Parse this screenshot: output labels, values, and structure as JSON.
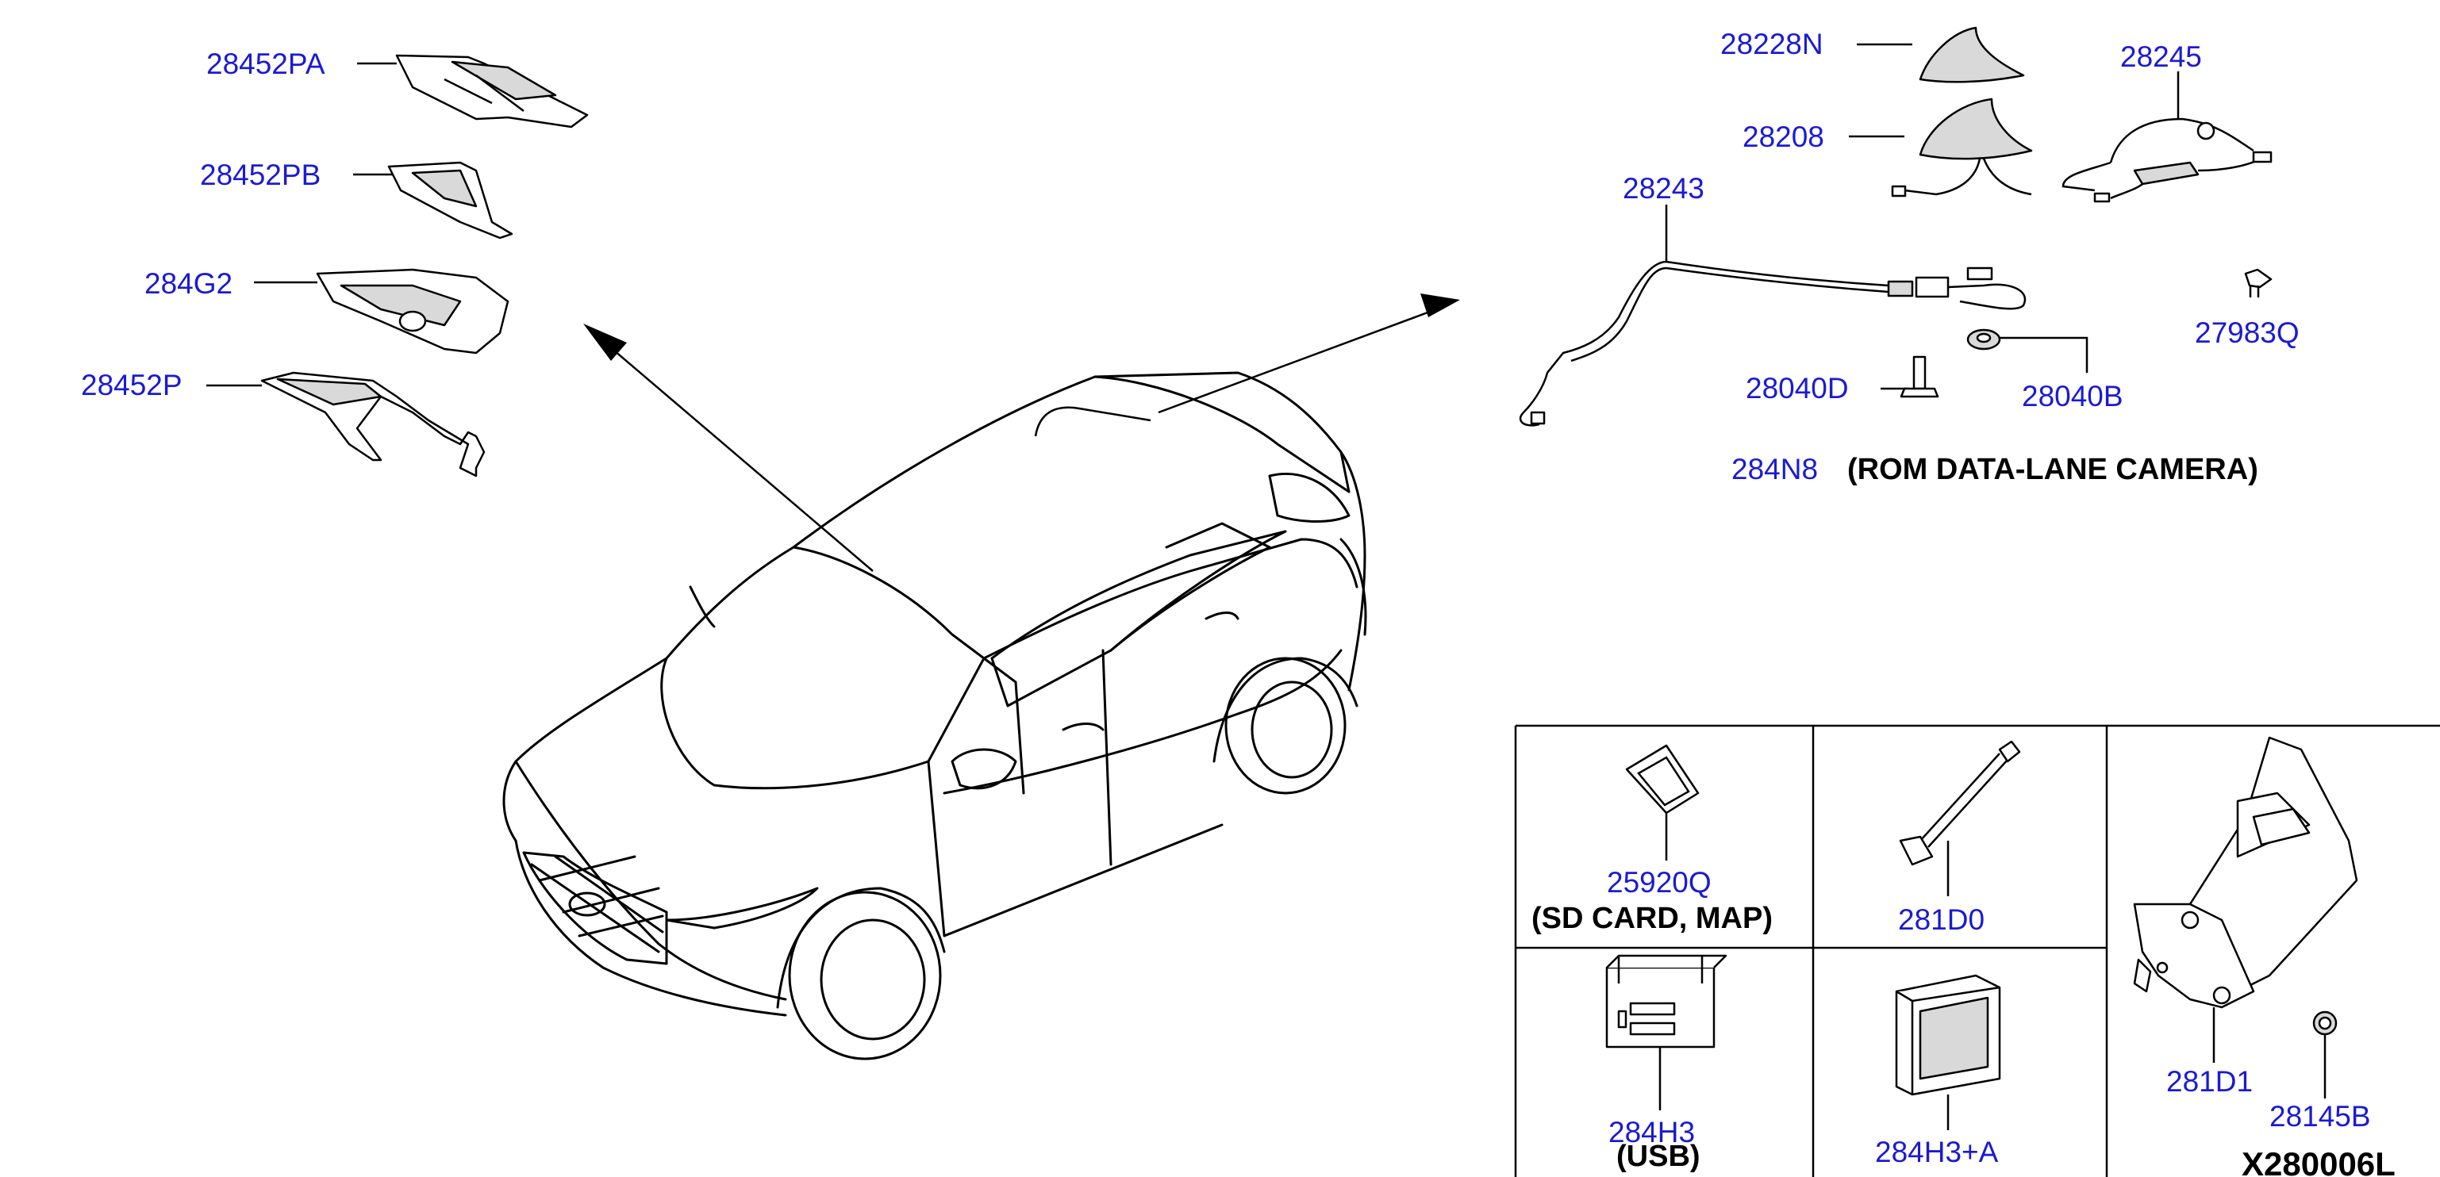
{
  "labels": {
    "p28452PA": "28452PA",
    "p28452PB": "28452PB",
    "p284G2": "284G2",
    "p28452P": "28452P",
    "p28228N": "28228N",
    "p28245": "28245",
    "p28208": "28208",
    "p28243": "28243",
    "p27983Q": "27983Q",
    "p28040D": "28040D",
    "p28040B": "28040B",
    "p284N8": "284N8",
    "p25920Q": "25920Q",
    "p281D0": "281D0",
    "p284H3": "284H3",
    "p284H3A": "284H3+A",
    "p281D1": "281D1",
    "p28145B": "28145B"
  },
  "notes": {
    "rom": "(ROM DATA-LANE CAMERA)",
    "sdcard": "(SD CARD, MAP)",
    "usb": "(USB)"
  },
  "diagram_code": "X280006L"
}
